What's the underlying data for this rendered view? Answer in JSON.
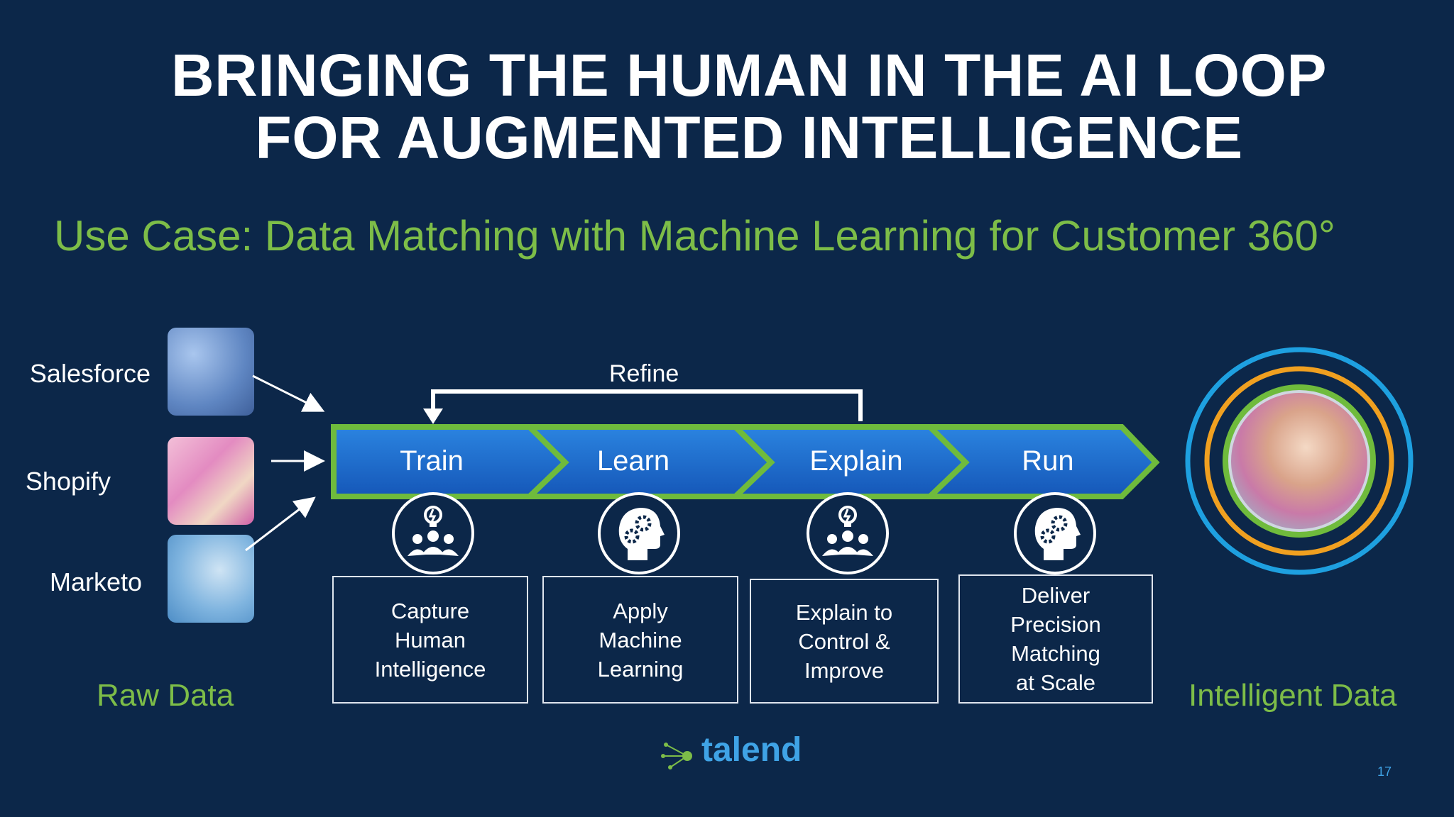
{
  "slide": {
    "title_line1": "BRINGING THE HUMAN IN THE AI LOOP",
    "title_line2": "FOR AUGMENTED INTELLIGENCE",
    "subtitle": "Use Case: Data Matching with Machine Learning for Customer 360°",
    "page_number": "17"
  },
  "sources": [
    {
      "label": "Salesforce"
    },
    {
      "label": "Shopify"
    },
    {
      "label": "Marketo"
    }
  ],
  "raw_data_label": "Raw Data",
  "intelligent_data_label": "Intelligent Data",
  "refine_label": "Refine",
  "stages": [
    {
      "label": "Train",
      "description": "Capture\nHuman\nIntelligence",
      "icon": "team-lightbulb-icon"
    },
    {
      "label": "Learn",
      "description": "Apply\nMachine\nLearning",
      "icon": "head-gears-icon"
    },
    {
      "label": "Explain",
      "description": "Explain to\nControl &\nImprove",
      "icon": "team-lightbulb-icon"
    },
    {
      "label": "Run",
      "description": "Deliver\nPrecision\nMatching\nat Scale",
      "icon": "head-gears-icon"
    }
  ],
  "logo": {
    "text": "talend"
  },
  "colors": {
    "background": "#0c2749",
    "accent_green": "#7dbd48",
    "arrow_blue": "#1f6fd0",
    "ring_blue": "#1ea0e0",
    "ring_orange": "#f0a020"
  }
}
